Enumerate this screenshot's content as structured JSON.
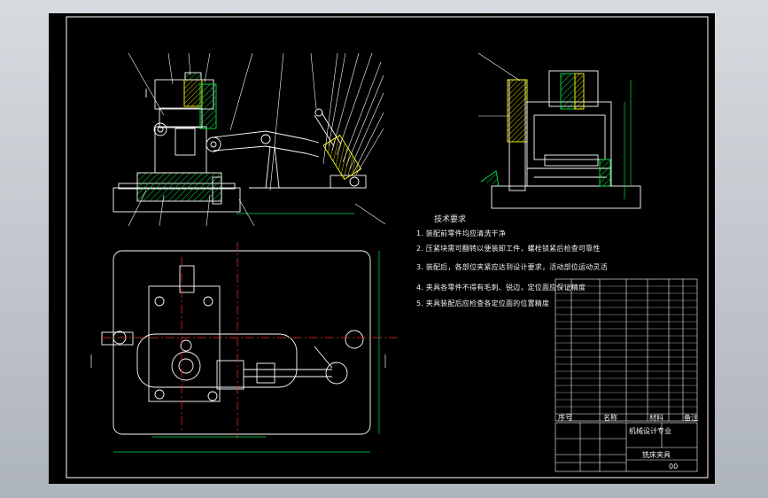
{
  "tech_requirements": {
    "title": "技术要求",
    "lines": [
      "1. 装配前零件均应清洗干净",
      "2. 压紧块需可翻转以便装卸工件，螺栓锁紧后检查可靠性",
      "3. 装配后，各部位夹紧应达到设计要求，活动部位运动灵活",
      "4. 夹具各零件不得有毛刺、锐边，定位面应保证精度",
      "5. 夹具装配后应检查各定位面的位置精度"
    ]
  },
  "title_block": {
    "drawing_name": "铣床夹具",
    "company_cell": "机械设计专业",
    "sheet_no": "00",
    "col_no": "序号",
    "col_name": "名称",
    "col_material": "材料",
    "col_remark": "备注"
  },
  "colors": {
    "background": "#000000",
    "outline": "#ffffff",
    "hatch": "#00e04a",
    "dimension": "#00e04a",
    "centerline": "#ff2a2a",
    "leader": "#ffffff",
    "part": "#ffff00"
  }
}
